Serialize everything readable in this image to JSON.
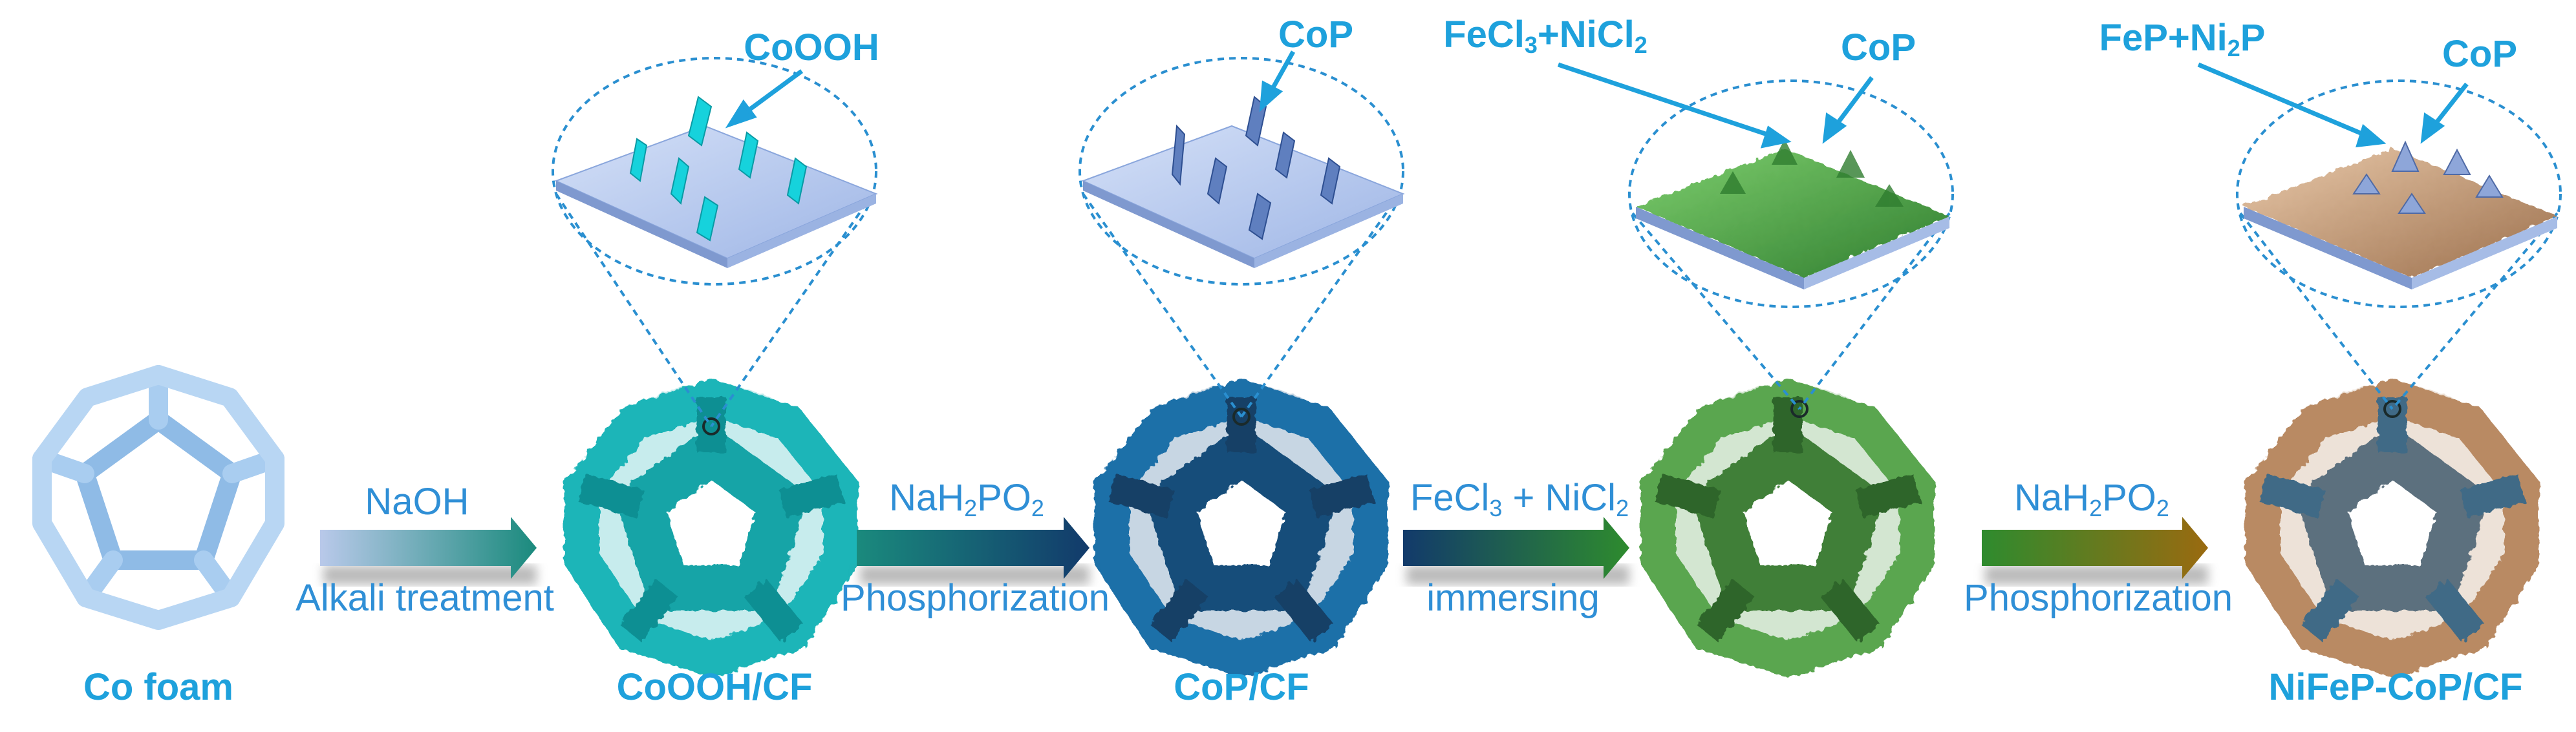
{
  "colors": {
    "label_blue": "#1ea1dc",
    "foam_blue": "#a9cdf0",
    "cooh_teal": "#1bb5b8",
    "cop_navy": "#1d5d8f",
    "nife_green": "#4f9a45",
    "final_brown": "#b98a63",
    "arrow_1": "#1a8a7d",
    "arrow_2": "#123a6b",
    "arrow_3": "#2e8b2e",
    "arrow_4": "#9a6a10"
  },
  "stages": [
    {
      "label": "Co foam"
    },
    {
      "label": "CoOOH/CF"
    },
    {
      "label": "CoP/CF"
    },
    {
      "label": ""
    },
    {
      "label": "NiFeP-CoP/CF"
    }
  ],
  "steps": [
    {
      "reagent_main": "NaOH",
      "reagent_sub": "",
      "reagent_tail": "",
      "process": "Alkali treatment"
    },
    {
      "reagent_main": "NaH",
      "reagent_sub": "2",
      "reagent_mid": "PO",
      "reagent_sub2": "2",
      "process": "Phosphorization"
    },
    {
      "reagent_a": "FeCl",
      "reagent_a_sub": "3",
      "reagent_b": " + NiCl",
      "reagent_b_sub": "2",
      "process": "immersing"
    },
    {
      "reagent_main": "NaH",
      "reagent_sub": "2",
      "reagent_mid": "PO",
      "reagent_sub2": "2",
      "process": "Phosphorization"
    }
  ],
  "zooms": [
    {
      "labels": [
        "CoOOH"
      ]
    },
    {
      "labels": [
        "CoP"
      ]
    },
    {
      "labels": [
        "CoP"
      ],
      "extra_a": "FeCl",
      "extra_a_sub": "3",
      "extra_b": "+NiCl",
      "extra_b_sub": "2"
    },
    {
      "labels": [
        "CoP"
      ],
      "extra_a": "FeP+Ni",
      "extra_a_sub": "2",
      "extra_b": "P",
      "extra_b_sub": ""
    }
  ]
}
